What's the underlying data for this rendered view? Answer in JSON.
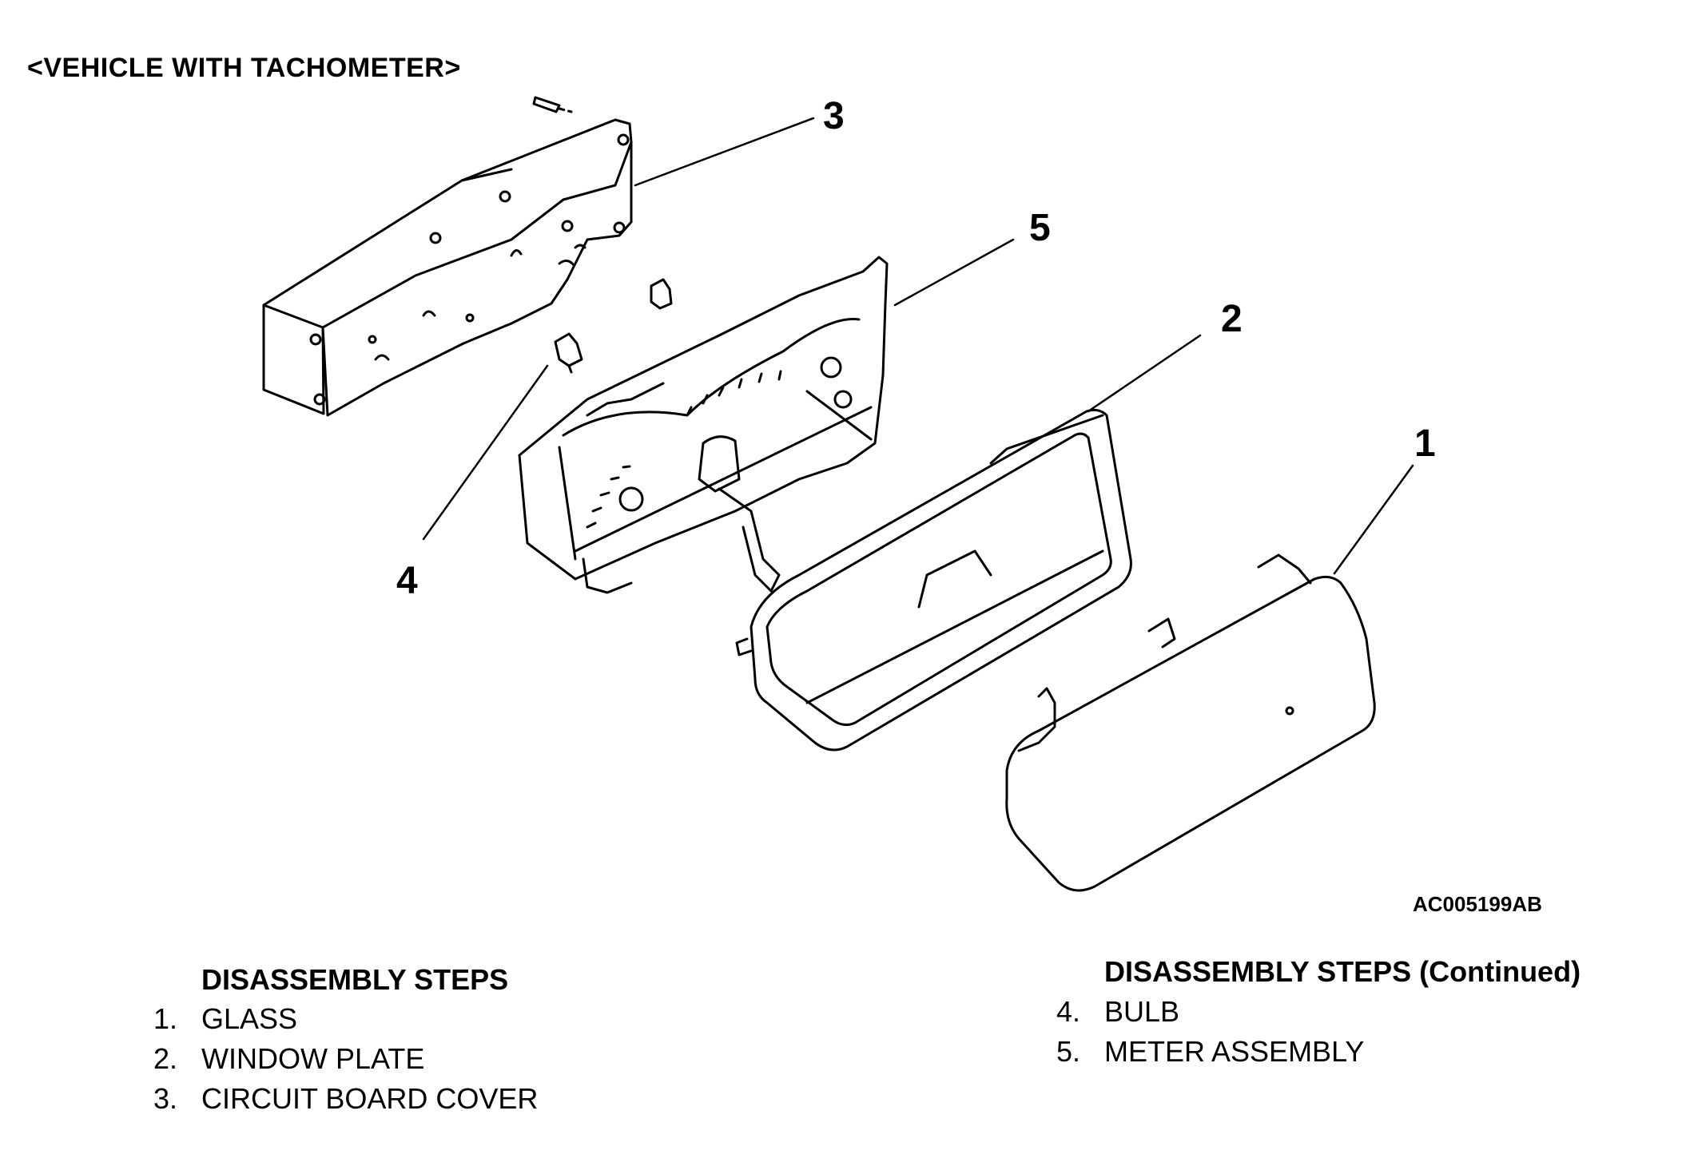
{
  "header": "<VEHICLE WITH TACHOMETER>",
  "figure_id": "AC005199AB",
  "callouts": {
    "c1": "1",
    "c2": "2",
    "c3": "3",
    "c4": "4",
    "c5": "5"
  },
  "steps_left": {
    "title": "DISASSEMBLY STEPS",
    "items": [
      {
        "num": "1.",
        "label": "GLASS"
      },
      {
        "num": "2.",
        "label": "WINDOW PLATE"
      },
      {
        "num": "3.",
        "label": "CIRCUIT BOARD COVER"
      }
    ]
  },
  "steps_right": {
    "title": "DISASSEMBLY STEPS (Continued)",
    "items": [
      {
        "num": "4.",
        "label": "BULB"
      },
      {
        "num": "5.",
        "label": "METER ASSEMBLY"
      }
    ]
  }
}
